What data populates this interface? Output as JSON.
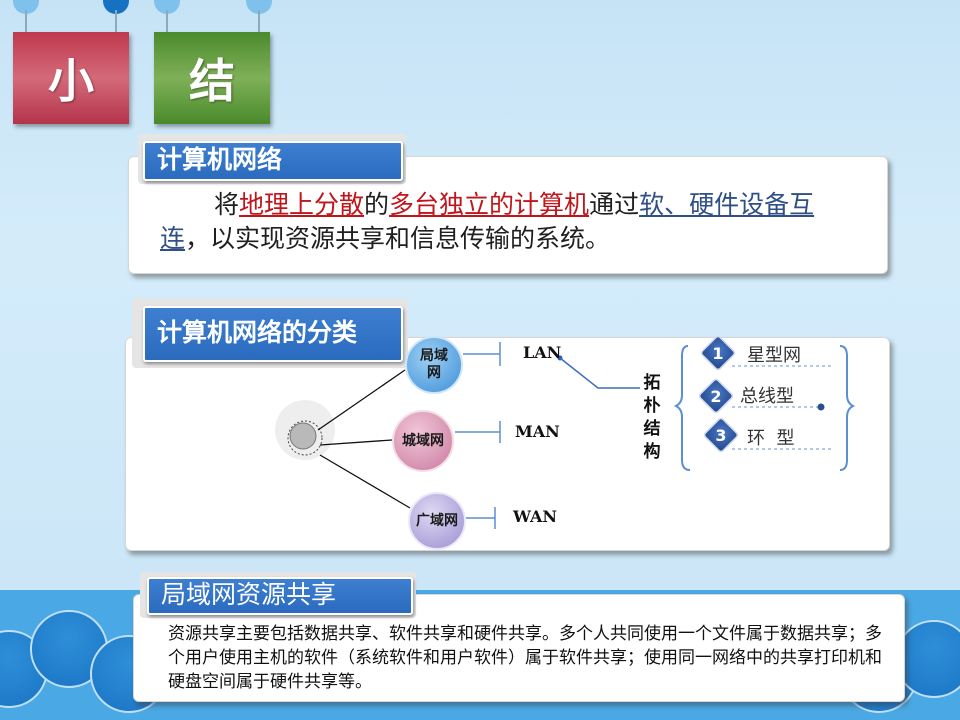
{
  "title_tiles": [
    "小",
    "结"
  ],
  "section1": {
    "header": "计算机网络",
    "definition": [
      {
        "text": "将",
        "style": "plain"
      },
      {
        "text": "地理上分散",
        "style": "red"
      },
      {
        "text": "的",
        "style": "plain"
      },
      {
        "text": "多台独立的计算机",
        "style": "red"
      },
      {
        "text": "通过",
        "style": "plain"
      },
      {
        "text": "软、硬件设备互连",
        "style": "blue"
      },
      {
        "text": "，以实现资源共享和信息传输的系统。",
        "style": "plain"
      }
    ]
  },
  "section2": {
    "header": "计算机网络的分类",
    "nodes": {
      "lan": "局域网",
      "man": "城域网",
      "wan": "广域网"
    },
    "labels": {
      "lan": "LAN",
      "man": "MAN",
      "wan": "WAN"
    },
    "topology_heading": "拓朴结构",
    "topologies": [
      {
        "num": "1",
        "label": "星型网"
      },
      {
        "num": "2",
        "label": "总线型"
      },
      {
        "num": "3",
        "label": "环  型"
      }
    ]
  },
  "section3": {
    "header": "局域网资源共享",
    "body": "资源共享主要包括数据共享、软件共享和硬件共享。多个人共同使用一个文件属于数据共享；多个用户使用主机的软件（系统软件和用户软件）属于软件共享；使用同一网络中的共享打印机和硬盘空间属于硬件共享等。"
  },
  "colors": {
    "accent_red": "#c0161b",
    "accent_blue": "#2f4f86",
    "header_blue": "#2a6bbf"
  }
}
